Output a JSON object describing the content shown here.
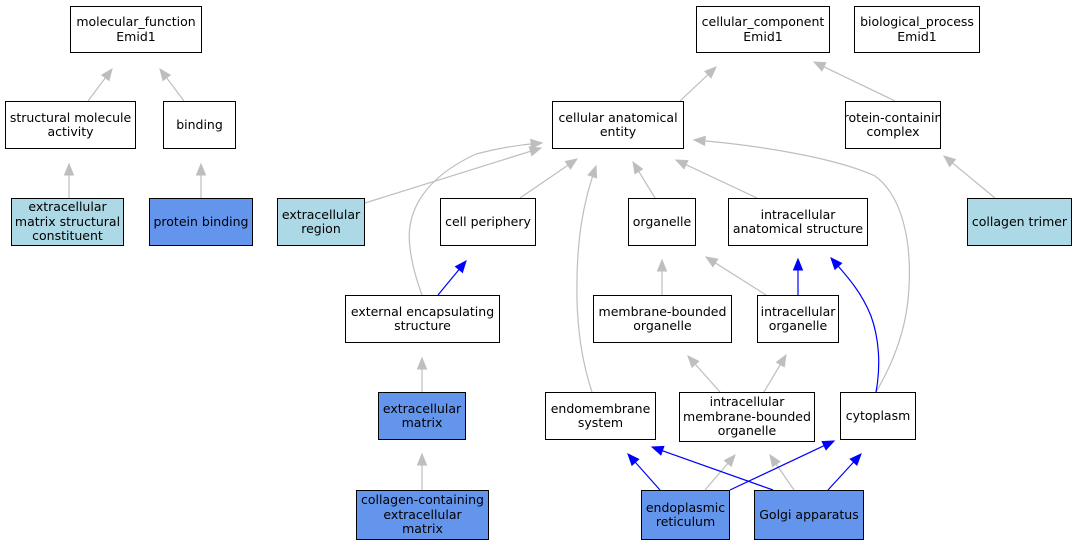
{
  "colors": {
    "default_fill": "#ffffff",
    "light_fill": "#add8e6",
    "dark_fill": "#6495ed",
    "gray_edge": "#bebebe",
    "blue_edge": "#0000ff",
    "border": "#000000"
  },
  "nodes": [
    {
      "id": "mf",
      "lines": [
        "molecular_function",
        "Emid1"
      ],
      "fill": "default"
    },
    {
      "id": "cc",
      "lines": [
        "cellular_component",
        "Emid1"
      ],
      "fill": "default"
    },
    {
      "id": "bp",
      "lines": [
        "biological_process",
        "Emid1"
      ],
      "fill": "default"
    },
    {
      "id": "sma",
      "lines": [
        "structural molecule",
        "activity"
      ],
      "fill": "default"
    },
    {
      "id": "bind",
      "lines": [
        "binding"
      ],
      "fill": "default"
    },
    {
      "id": "cae",
      "lines": [
        "cellular anatomical",
        "entity"
      ],
      "fill": "default"
    },
    {
      "id": "pcc",
      "lines": [
        "protein-containing",
        "complex"
      ],
      "fill": "default"
    },
    {
      "id": "emsc",
      "lines": [
        "extracellular",
        "matrix structural",
        "constituent"
      ],
      "fill": "light"
    },
    {
      "id": "pb",
      "lines": [
        "protein binding"
      ],
      "fill": "dark"
    },
    {
      "id": "ecr",
      "lines": [
        "extracellular",
        "region"
      ],
      "fill": "light"
    },
    {
      "id": "cp",
      "lines": [
        "cell periphery"
      ],
      "fill": "default"
    },
    {
      "id": "org",
      "lines": [
        "organelle"
      ],
      "fill": "default"
    },
    {
      "id": "ias",
      "lines": [
        "intracellular",
        "anatomical structure"
      ],
      "fill": "default"
    },
    {
      "id": "ct",
      "lines": [
        "collagen trimer"
      ],
      "fill": "light"
    },
    {
      "id": "ees",
      "lines": [
        "external encapsulating",
        "structure"
      ],
      "fill": "default"
    },
    {
      "id": "mbo",
      "lines": [
        "membrane-bounded",
        "organelle"
      ],
      "fill": "default"
    },
    {
      "id": "io",
      "lines": [
        "intracellular",
        "organelle"
      ],
      "fill": "default"
    },
    {
      "id": "ecm",
      "lines": [
        "extracellular",
        "matrix"
      ],
      "fill": "dark"
    },
    {
      "id": "ems",
      "lines": [
        "endomembrane",
        "system"
      ],
      "fill": "default"
    },
    {
      "id": "imbo",
      "lines": [
        "intracellular",
        "membrane-bounded",
        "organelle"
      ],
      "fill": "default"
    },
    {
      "id": "cyt",
      "lines": [
        "cytoplasm"
      ],
      "fill": "default"
    },
    {
      "id": "ccem",
      "lines": [
        "collagen-containing",
        "extracellular",
        "matrix"
      ],
      "fill": "dark"
    },
    {
      "id": "er",
      "lines": [
        "endoplasmic",
        "reticulum"
      ],
      "fill": "dark"
    },
    {
      "id": "golgi",
      "lines": [
        "Golgi apparatus"
      ],
      "fill": "dark"
    }
  ],
  "edges": [
    {
      "from": "sma",
      "to": "mf",
      "kind": "is_a"
    },
    {
      "from": "bind",
      "to": "mf",
      "kind": "is_a"
    },
    {
      "from": "emsc",
      "to": "sma",
      "kind": "is_a"
    },
    {
      "from": "pb",
      "to": "bind",
      "kind": "is_a"
    },
    {
      "from": "cae",
      "to": "cc",
      "kind": "is_a"
    },
    {
      "from": "pcc",
      "to": "cc",
      "kind": "is_a"
    },
    {
      "from": "ct",
      "to": "pcc",
      "kind": "is_a"
    },
    {
      "from": "ecr",
      "to": "cae",
      "kind": "is_a"
    },
    {
      "from": "cp",
      "to": "cae",
      "kind": "is_a"
    },
    {
      "from": "org",
      "to": "cae",
      "kind": "is_a"
    },
    {
      "from": "ias",
      "to": "cae",
      "kind": "is_a"
    },
    {
      "from": "ees",
      "to": "cae",
      "kind": "is_a"
    },
    {
      "from": "ems",
      "to": "cae",
      "kind": "is_a"
    },
    {
      "from": "cyt",
      "to": "cae",
      "kind": "is_a"
    },
    {
      "from": "ees",
      "to": "cp",
      "kind": "part_of"
    },
    {
      "from": "mbo",
      "to": "org",
      "kind": "is_a"
    },
    {
      "from": "io",
      "to": "org",
      "kind": "is_a"
    },
    {
      "from": "io",
      "to": "ias",
      "kind": "part_of"
    },
    {
      "from": "cyt",
      "to": "ias",
      "kind": "part_of"
    },
    {
      "from": "ecm",
      "to": "ees",
      "kind": "is_a"
    },
    {
      "from": "imbo",
      "to": "mbo",
      "kind": "is_a"
    },
    {
      "from": "imbo",
      "to": "io",
      "kind": "is_a"
    },
    {
      "from": "ccem",
      "to": "ecm",
      "kind": "is_a"
    },
    {
      "from": "er",
      "to": "imbo",
      "kind": "is_a"
    },
    {
      "from": "golgi",
      "to": "imbo",
      "kind": "is_a"
    },
    {
      "from": "er",
      "to": "ems",
      "kind": "part_of"
    },
    {
      "from": "golgi",
      "to": "ems",
      "kind": "part_of"
    },
    {
      "from": "er",
      "to": "cyt",
      "kind": "part_of"
    },
    {
      "from": "golgi",
      "to": "cyt",
      "kind": "part_of"
    }
  ]
}
